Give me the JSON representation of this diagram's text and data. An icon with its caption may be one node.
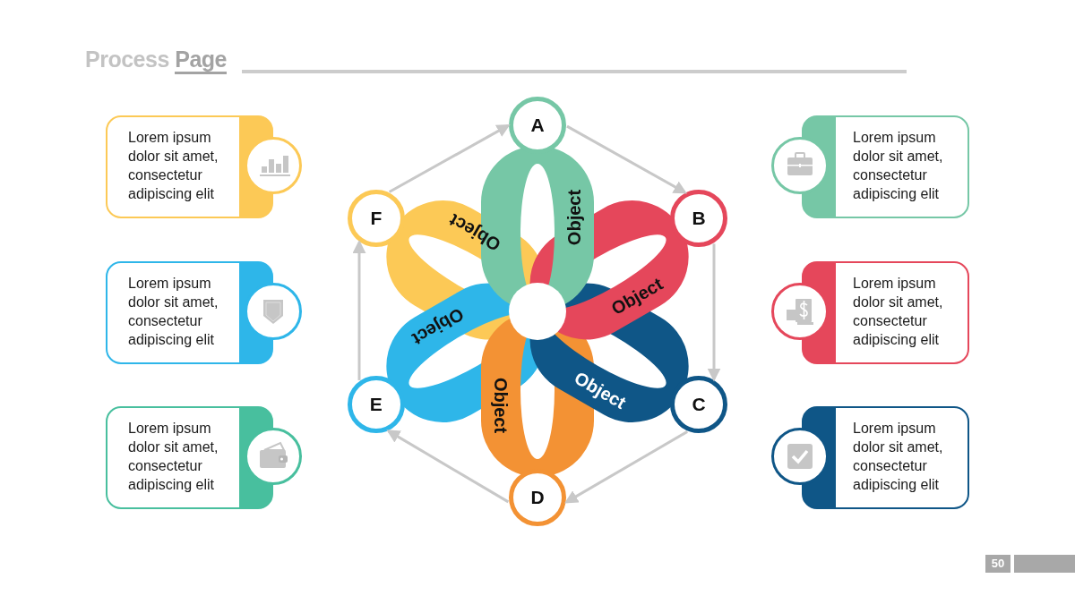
{
  "diagram": {
    "title": "Process Page",
    "nodes": [
      {
        "text": [
          "A"
        ]
      },
      {
        "text": [
          "B"
        ]
      },
      {
        "text": [
          "C"
        ]
      },
      {
        "text": [
          "D"
        ]
      },
      {
        "text": [
          "E"
        ]
      },
      {
        "text": [
          "F"
        ]
      },
      {
        "text": [
          "Object"
        ]
      },
      {
        "text": [
          "Object"
        ]
      },
      {
        "text": [
          "Object"
        ]
      },
      {
        "text": [
          "Object"
        ]
      },
      {
        "text": [
          "Object"
        ]
      },
      {
        "text": [
          "Object"
        ]
      },
      {
        "text": [
          "Lorem ipsum dolor sit amet, consectetur adipiscing elit"
        ]
      },
      {
        "text": [
          "Lorem ipsum dolor sit amet, consectetur adipiscing elit"
        ]
      },
      {
        "text": [
          "Lorem ipsum dolor sit amet, consectetur adipiscing elit"
        ]
      },
      {
        "text": [
          "Lorem ipsum dolor sit amet, consectetur adipiscing elit"
        ]
      },
      {
        "text": [
          "Lorem ipsum dolor sit amet, consectetur adipiscing elit"
        ]
      },
      {
        "text": [
          "Lorem ipsum dolor sit amet, consectetur adipiscing elit"
        ]
      }
    ],
    "edges": [
      {
        "from": 0,
        "to": 1,
        "arrow": "to"
      },
      {
        "from": 1,
        "to": 2,
        "arrow": "to"
      },
      {
        "from": 2,
        "to": 3,
        "arrow": "to"
      },
      {
        "from": 3,
        "to": 4,
        "arrow": "to"
      },
      {
        "from": 4,
        "to": 5,
        "arrow": "to"
      },
      {
        "from": 5,
        "to": 0,
        "arrow": "to"
      }
    ],
    "labels": [
      "50"
    ]
  }
}
